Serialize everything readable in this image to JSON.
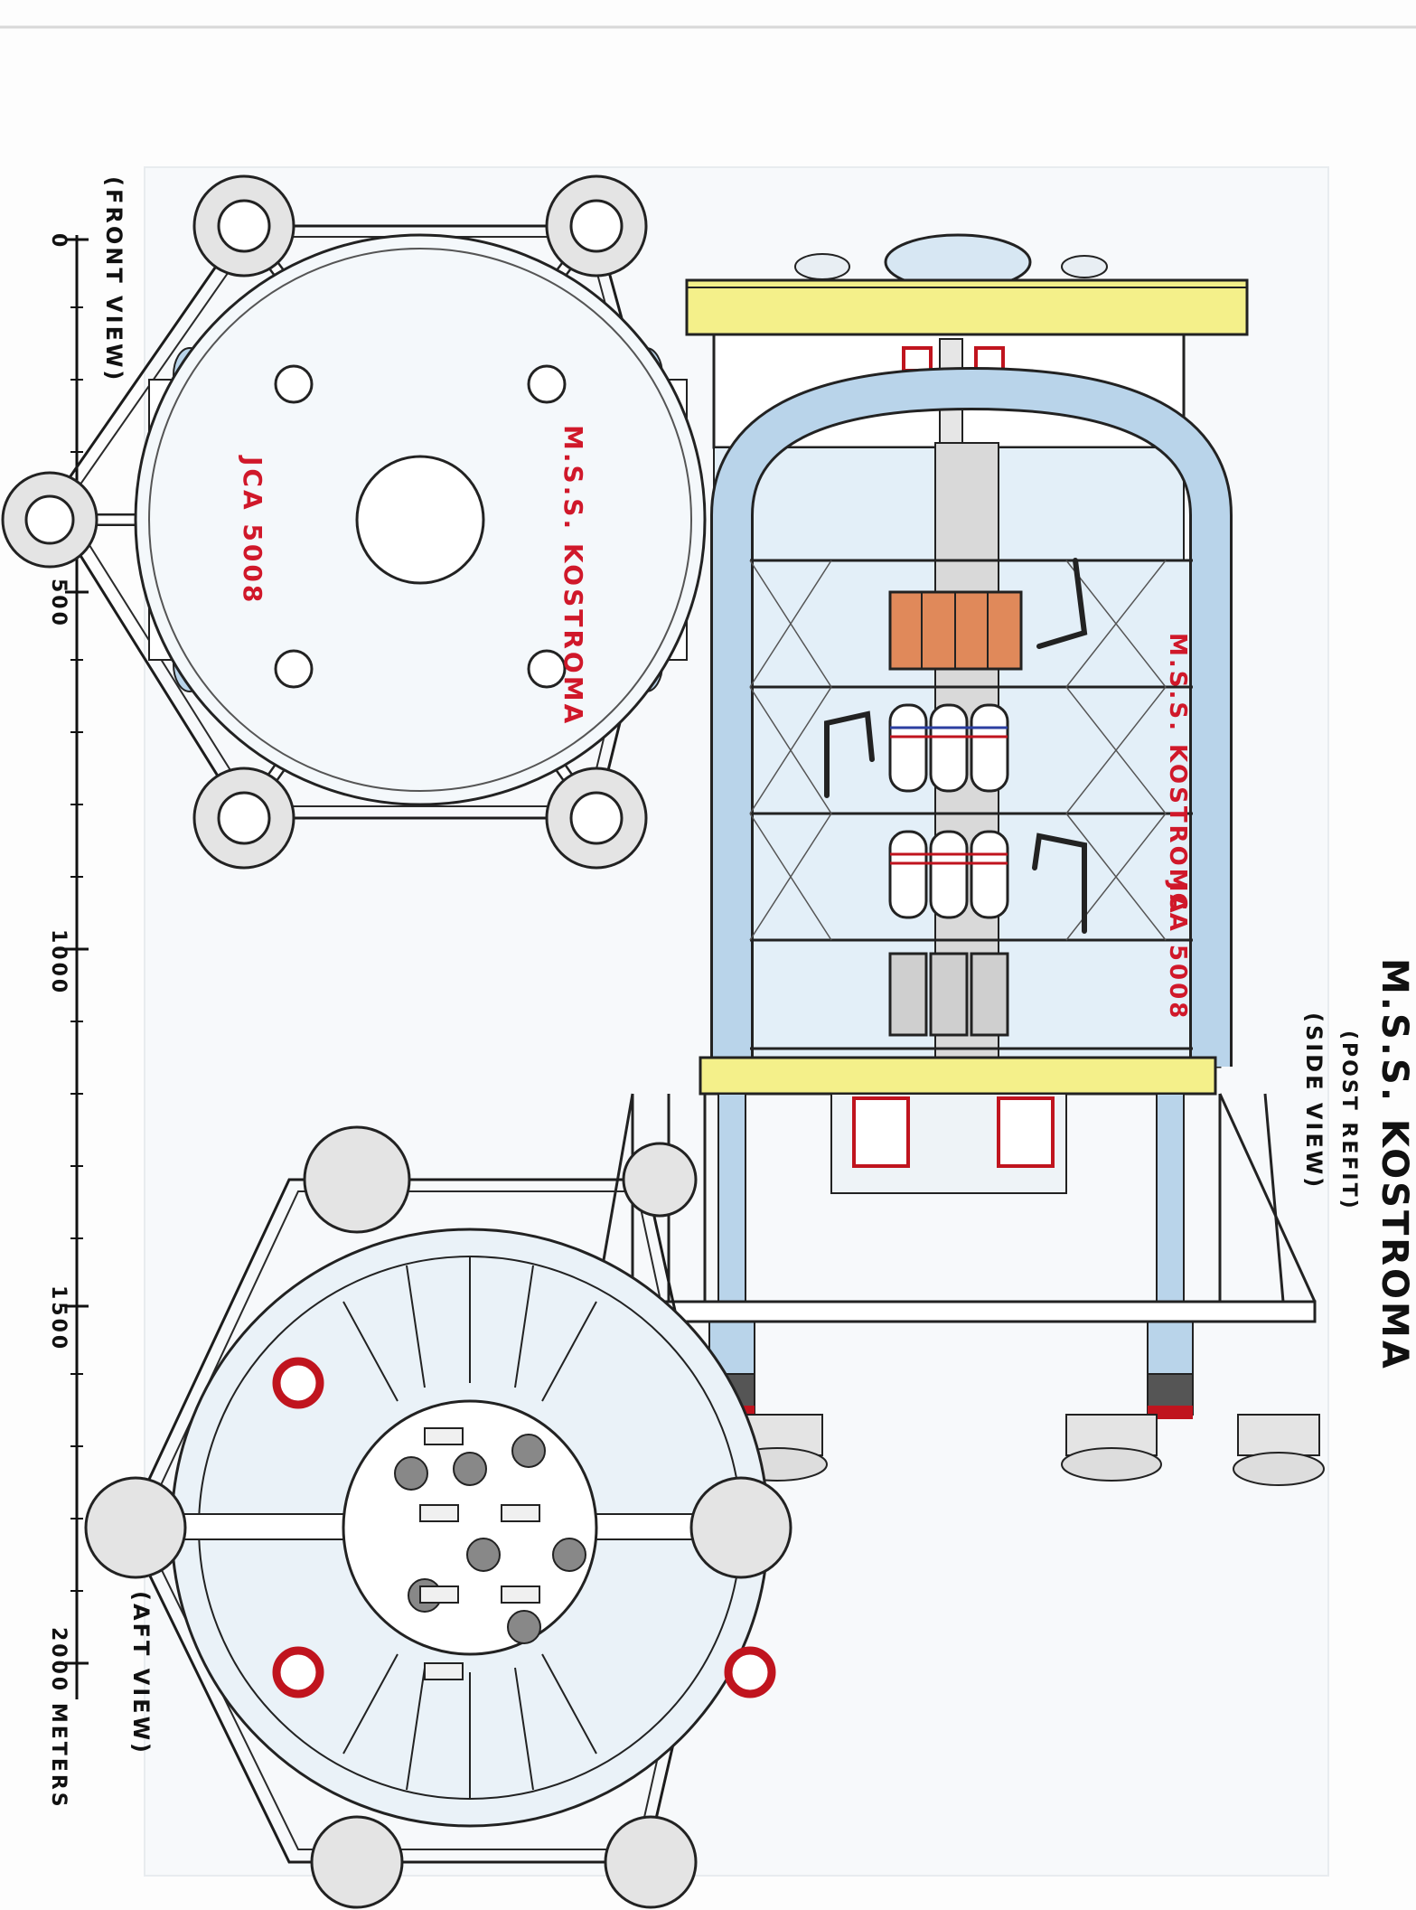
{
  "title": "M.S.S. KOSTROMA",
  "subtitle": "(POST REFIT)",
  "views": {
    "side": "(SIDE VIEW)",
    "front": "(FRONT VIEW)",
    "aft": "(AFT VIEW)"
  },
  "hull": {
    "side_name": "M.S.S. KOSTROMA",
    "side_reg": "JCA 5008",
    "front_name": "M.S.S. KOSTROMA",
    "front_reg": "JCA 5008"
  },
  "scale": {
    "ticks": [
      "0",
      "500",
      "1000",
      "1500",
      "2000 METERS"
    ]
  },
  "colors": {
    "ink": "#1c1c1c",
    "blue": "#b9d4ea",
    "pale_blue": "#e3eff8",
    "yellow": "#f4f08a",
    "orange": "#e0895a",
    "red": "#c0141e",
    "grey": "#cfcfcf",
    "label_red": "#d0182a"
  }
}
